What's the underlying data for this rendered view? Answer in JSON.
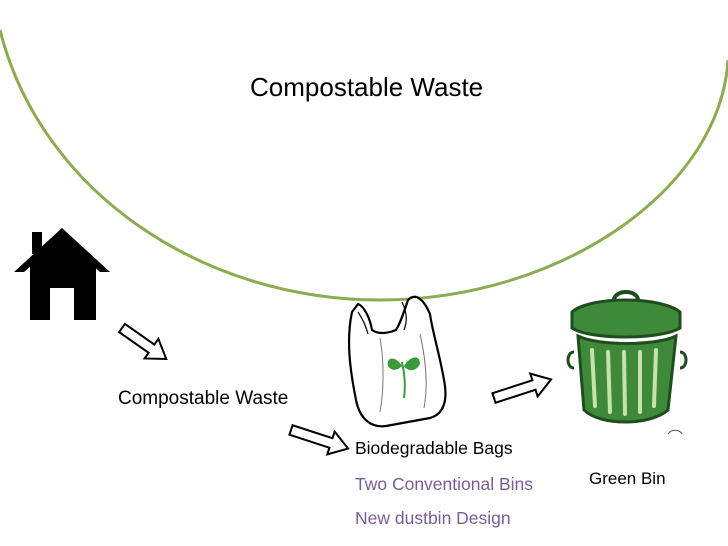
{
  "title": "Compostable Waste",
  "flow": {
    "source_label": "Compostable Waste",
    "items": [
      {
        "text": "Biodegradable Bags",
        "color": "#000000"
      },
      {
        "text": "Two Conventional Bins",
        "color": "#7b5c93"
      },
      {
        "text": "New dustbin Design",
        "color": "#7b5c93"
      }
    ],
    "destination_label": "Green Bin"
  },
  "colors": {
    "circle_outline": "#8cac50",
    "bin_green": "#3f8a3a",
    "bin_dark": "#1f4d1d",
    "leaf_green": "#3c9a3a"
  },
  "icons": [
    "house-icon",
    "arrow-icon",
    "plastic-bag-icon",
    "trash-bin-icon"
  ]
}
